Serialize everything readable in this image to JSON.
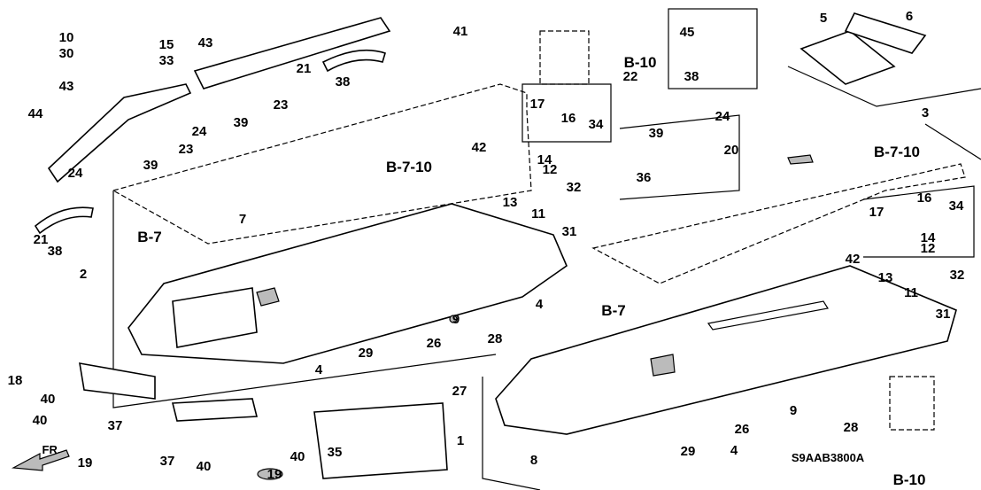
{
  "diagram": {
    "code": "S9AAB3800A",
    "front_marker": "FR.",
    "part_labels": [
      "10",
      "30",
      "43",
      "44",
      "24",
      "39",
      "23",
      "24",
      "39",
      "23",
      "15",
      "33",
      "43",
      "21",
      "38",
      "41",
      "22",
      "45",
      "38",
      "5",
      "6",
      "17",
      "16",
      "34",
      "24",
      "39",
      "20",
      "36",
      "3",
      "42",
      "14",
      "12",
      "13",
      "11",
      "32",
      "31",
      "7",
      "21",
      "38",
      "2",
      "17",
      "16",
      "34",
      "14",
      "12",
      "42",
      "13",
      "11",
      "32",
      "31",
      "4",
      "9",
      "28",
      "29",
      "26",
      "4",
      "18",
      "40",
      "40",
      "37",
      "27",
      "19",
      "1",
      "37",
      "35",
      "40",
      "40",
      "19",
      "8",
      "9",
      "26",
      "28",
      "29",
      "4"
    ],
    "reference_labels": [
      "B-10",
      "B-7-10",
      "B-7-10",
      "B-7",
      "B-7",
      "B-10"
    ]
  }
}
